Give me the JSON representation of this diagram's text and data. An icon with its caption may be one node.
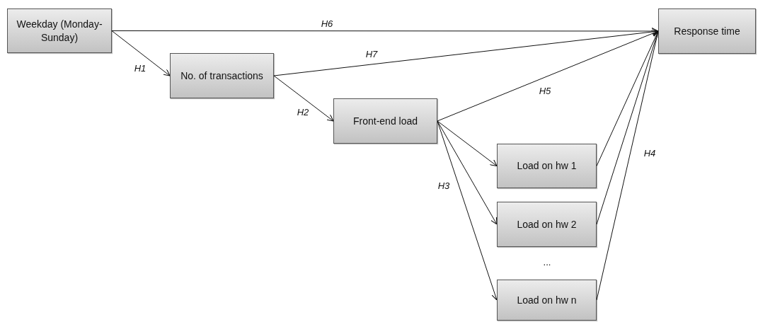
{
  "diagram": {
    "nodes": [
      {
        "text": [
          "Weekday (Monday-Sunday)"
        ]
      },
      {
        "text": [
          "No. of transactions"
        ]
      },
      {
        "text": [
          "Front-end load"
        ]
      },
      {
        "text": [
          "Response time"
        ]
      },
      {
        "text": [
          "Load on hw 1"
        ]
      },
      {
        "text": [
          "Load on hw 2"
        ]
      },
      {
        "text": [
          "Load on hw n"
        ]
      }
    ],
    "edges": [
      {
        "from": 0,
        "to": 3,
        "arrow": "to",
        "label": "H6"
      },
      {
        "from": 0,
        "to": 1,
        "arrow": "to",
        "label": "H1"
      },
      {
        "from": 1,
        "to": 3,
        "arrow": "to",
        "label": "H7"
      },
      {
        "from": 1,
        "to": 2,
        "arrow": "to",
        "label": "H2"
      },
      {
        "from": 2,
        "to": 3,
        "arrow": "to",
        "label": "H5"
      },
      {
        "from": 2,
        "to": 4,
        "arrow": "to"
      },
      {
        "from": 2,
        "to": 5,
        "arrow": "to"
      },
      {
        "from": 2,
        "to": 6,
        "arrow": "to"
      },
      {
        "from": 4,
        "to": 3,
        "arrow": "to"
      },
      {
        "from": 5,
        "to": 3,
        "arrow": "to"
      },
      {
        "from": 6,
        "to": 3,
        "arrow": "to"
      }
    ],
    "labels": [
      "H3",
      "H4",
      "..."
    ]
  }
}
